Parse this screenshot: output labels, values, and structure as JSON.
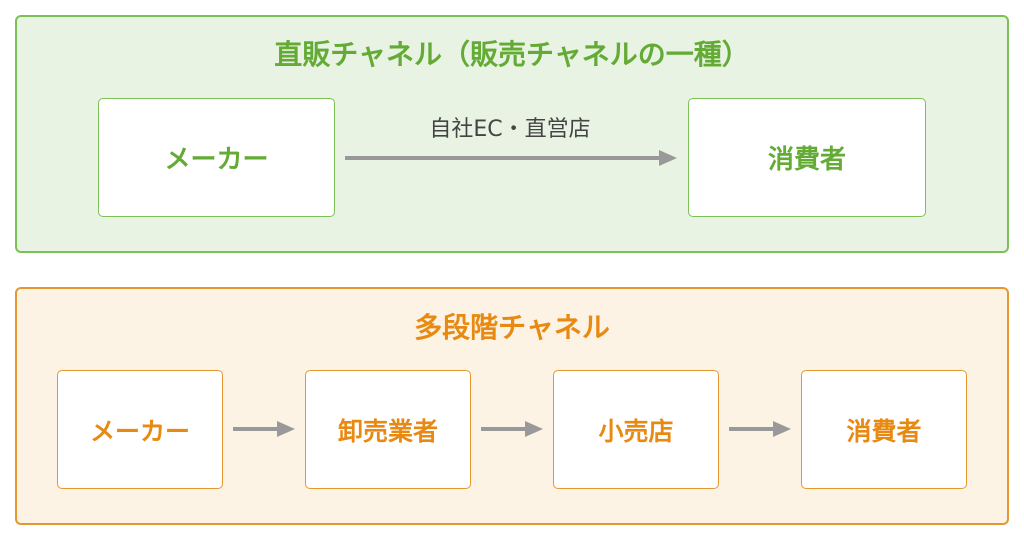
{
  "direct_channel": {
    "title": "直販チャネル（販売チャネルの一種）",
    "from_node": "メーカー",
    "edge_label": "自社EC・直営店",
    "to_node": "消費者"
  },
  "multi_tier_channel": {
    "title": "多段階チャネル",
    "nodes": [
      "メーカー",
      "卸売業者",
      "小売店",
      "消費者"
    ]
  },
  "colors": {
    "direct_accent": "#63ab35",
    "direct_border": "#7cc155",
    "direct_background": "#e8f3e4",
    "multi_accent": "#e88a12",
    "multi_border": "#e5982f",
    "multi_background": "#fdf3e5",
    "arrow": "#999999"
  }
}
